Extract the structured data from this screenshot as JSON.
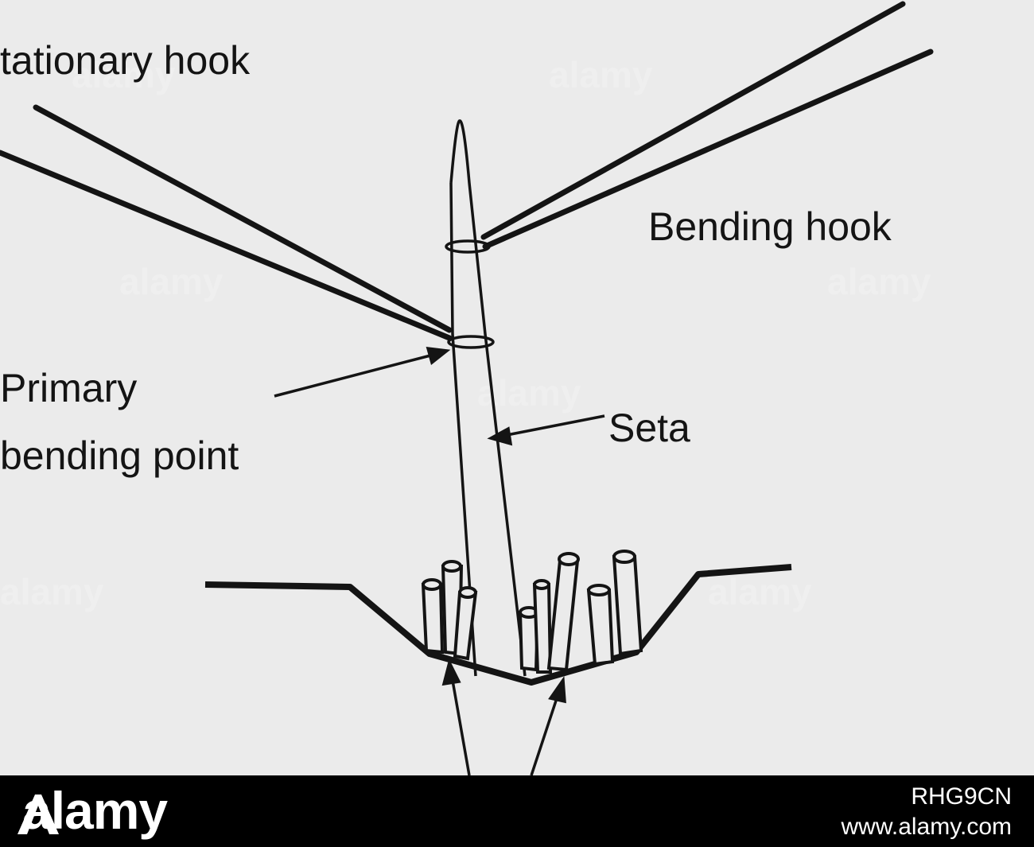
{
  "labels": {
    "stationary_hook": "tationary hook",
    "bending_hook": "Bending hook",
    "primary_line1": "Primary",
    "primary_line2": "bending point",
    "seta": "Seta"
  },
  "watermark": "alamy",
  "footer": {
    "brand": "alamy",
    "image_id": "RHG9CN",
    "site": "www.alamy.com"
  },
  "colors": {
    "background": "#ebebeb",
    "ink": "#141414",
    "footer": "#000000"
  }
}
